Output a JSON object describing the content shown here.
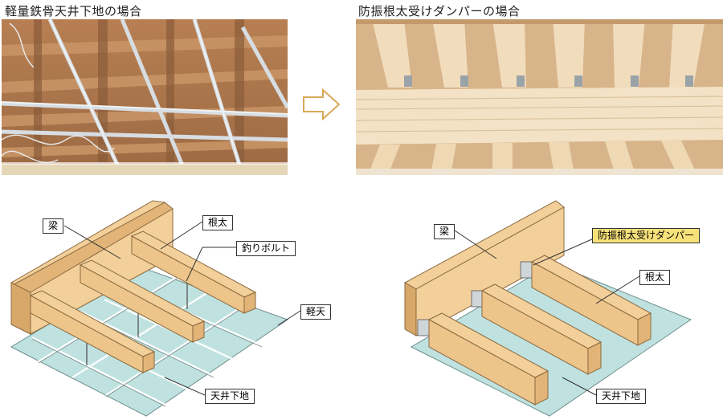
{
  "left": {
    "title": "軽量鉄骨天井下地の場合",
    "labels": {
      "beam": "梁",
      "joist": "根太",
      "hanging_bolt": "釣りボルト",
      "light_steel": "軽天",
      "ceiling_base": "天井下地"
    }
  },
  "right": {
    "title": "防振根太受けダンパーの場合",
    "labels": {
      "beam": "梁",
      "damper": "防振根太受けダンパー",
      "joist": "根太",
      "ceiling_base": "天井下地"
    }
  },
  "colors": {
    "wood": "#f3cf9a",
    "wood_side": "#e2b478",
    "board": "#bfe2e0",
    "highlight": "#f7e27a",
    "arrow_outline": "#d9a85a"
  },
  "icons": {
    "transition_arrow": "right-arrow-icon"
  }
}
